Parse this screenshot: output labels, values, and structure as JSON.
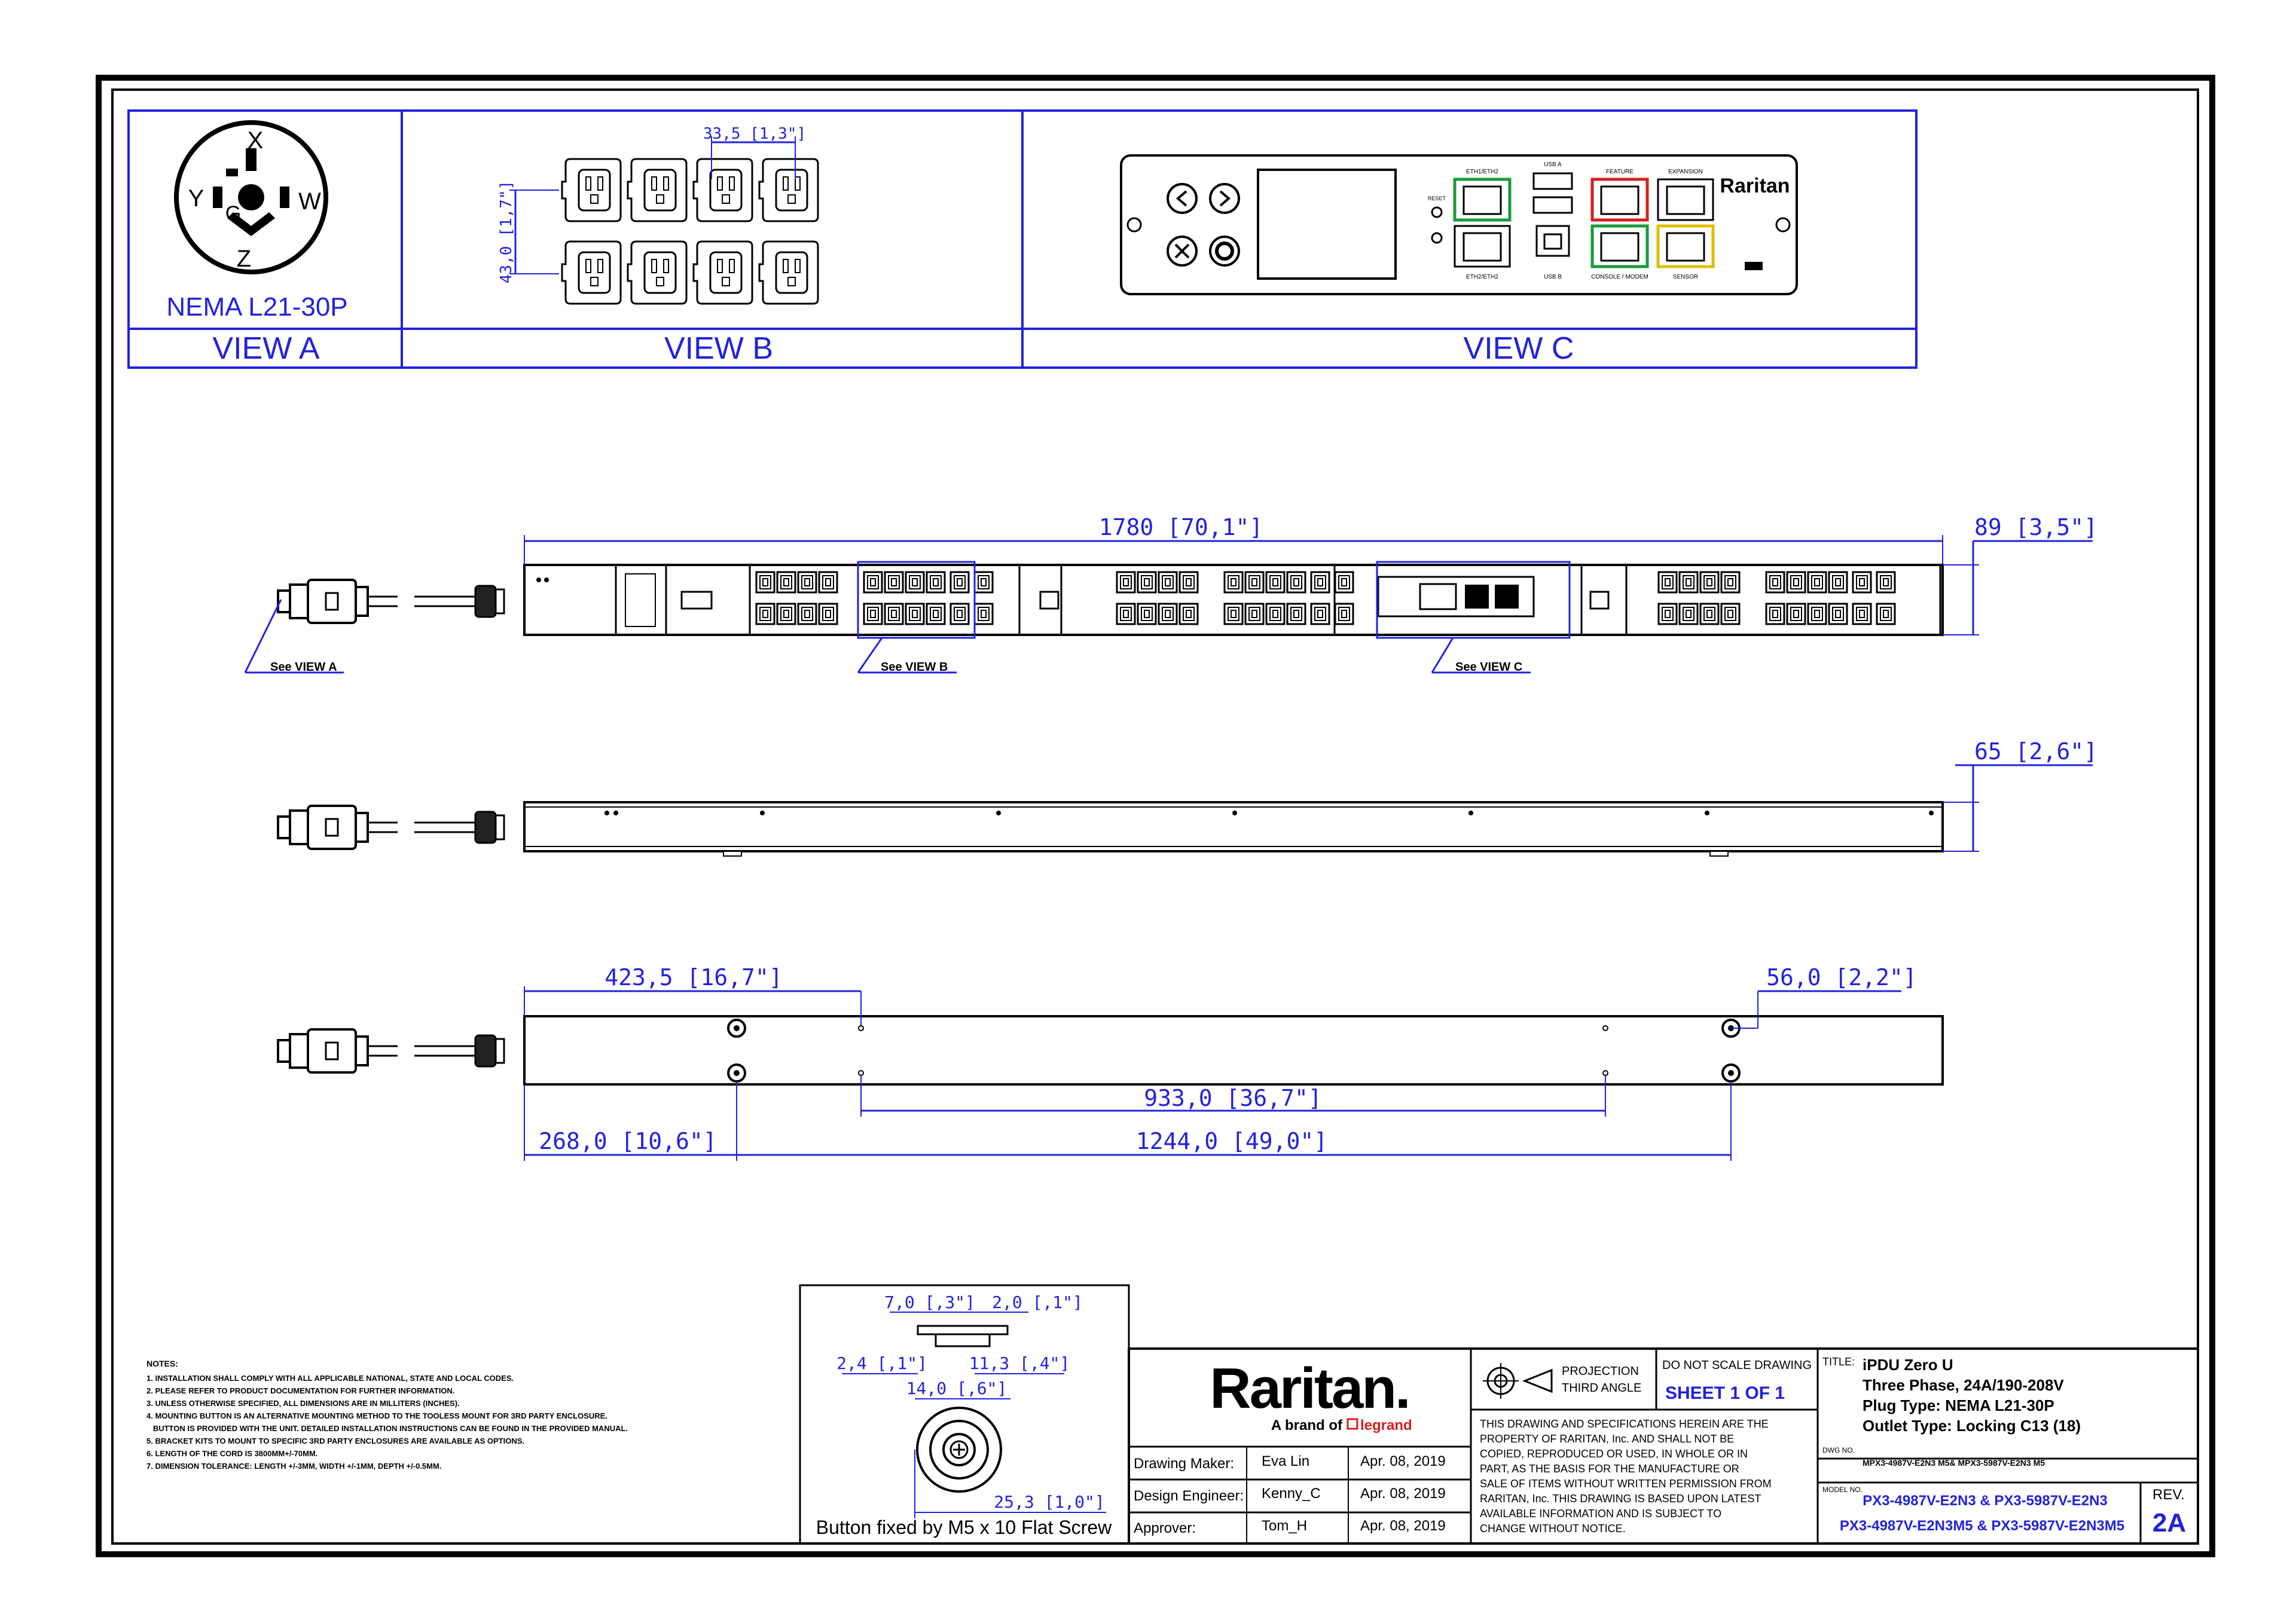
{
  "views": {
    "a": {
      "label": "VIEW A",
      "plug": "NEMA L21-30P",
      "pins": {
        "x": "X",
        "y": "Y",
        "w": "W",
        "g": "G",
        "z": "Z"
      }
    },
    "b": {
      "label": "VIEW B",
      "dim_width": "33,5  [1,3\"]",
      "dim_height": "43,0  [1,7\"]"
    },
    "c": {
      "label": "VIEW C",
      "brand": "Raritan",
      "port_labels": {
        "eth": "ETH1/ETH2",
        "usb_a": "USB A",
        "feature": "FEATURE",
        "expansion": "EXPANSION",
        "reset": "RESET",
        "eth2": "ETH2/ETH2",
        "usb_b": "USB B",
        "console": "CONSOLE / MODEM",
        "sensor": "SENSOR"
      }
    }
  },
  "callouts": {
    "see_a": "See VIEW A",
    "see_b": "See VIEW B",
    "see_c": "See VIEW C"
  },
  "dimensions": {
    "length": "1780  [70,1\"]",
    "width": "89  [3,5\"]",
    "depth": "65  [2,6\"]",
    "d423": "423,5  [16,7\"]",
    "d56": "56,0  [2,2\"]",
    "d933": "933,0  [36,7\"]",
    "d268": "268,0  [10,6\"]",
    "d1244": "1244,0  [49,0\"]"
  },
  "button_detail": {
    "d7": "7,0  [,3\"]",
    "d2": "2,0  [,1\"]",
    "d24": "2,4  [,1\"]",
    "d113": "11,3  [,4\"]",
    "d14": "14,0  [,6\"]",
    "d253": "25,3  [1,0\"]",
    "caption": "Button fixed by M5 x 10 Flat Screw"
  },
  "notes": {
    "title": "NOTES:",
    "lines": [
      "1. INSTALLATION SHALL COMPLY WITH ALL APPLICABLE NATIONAL, STATE AND LOCAL CODES.",
      "2. PLEASE REFER TO PRODUCT DOCUMENTATION FOR FURTHER INFORMATION.",
      "3. UNLESS OTHERWISE SPECIFIED, ALL DIMENSIONS ARE IN MILLITERS (INCHES).",
      "4. MOUNTING BUTTON IS AN ALTERNATIVE MOUNTING METHOD TO THE TOOLESS MOUNT FOR 3RD PARTY ENCLOSURE.",
      "   BUTTON IS PROVIDED WITH THE UNIT. DETAILED INSTALLATION INSTRUCTIONS CAN BE FOUND IN THE PROVIDED MANUAL.",
      "5. BRACKET KITS TO MOUNT TO SPECIFIC 3RD PARTY ENCLOSURES ARE AVAILABLE AS OPTIONS.",
      "6. LENGTH OF THE CORD IS 3800MM+/-70MM.",
      "7. DIMENSION TOLERANCE: LENGTH +/-3MM, WIDTH +/-1MM, DEPTH +/-0.5MM."
    ]
  },
  "title_block": {
    "logo": "Raritan.",
    "brand_line": "A brand of",
    "legrand": "legrand",
    "rows": [
      {
        "role": "Drawing Maker:",
        "name": "Eva Lin",
        "date": "Apr. 08, 2019"
      },
      {
        "role": "Design Engineer:",
        "name": "Kenny_C",
        "date": "Apr. 08, 2019"
      },
      {
        "role": "Approver:",
        "name": "Tom_H",
        "date": "Apr. 08, 2019"
      }
    ],
    "projection": "PROJECTION",
    "third_angle": "THIRD ANGLE",
    "do_not_scale": "DO NOT SCALE DRAWING",
    "sheet": "SHEET 1 OF 1",
    "disclaimer": [
      "THIS DRAWING AND SPECIFICATIONS HEREIN ARE THE",
      "PROPERTY OF RARITAN, Inc. AND SHALL NOT BE",
      "COPIED, REPRODUCED OR USED, IN WHOLE OR IN",
      "PART, AS THE BASIS FOR THE MANUFACTURE OR",
      "SALE OF ITEMS WITHOUT WRITTEN PERMISSION FROM",
      "RARITAN, Inc. THIS DRAWING IS BASED UPON LATEST",
      "AVAILABLE INFORMATION AND IS SUBJECT TO",
      "CHANGE WITHOUT NOTICE."
    ],
    "title_label": "TITLE:",
    "title_lines": [
      "iPDU Zero U",
      "Three Phase, 24A/190-208V",
      "Plug Type: NEMA L21-30P",
      "Outlet Type: Locking C13 (18)"
    ],
    "dwg_label": "DWG NO.",
    "dwg_no": "MPX3-4987V-E2N3 M5& MPX3-5987V-E2N3 M5",
    "model_label": "MODEL NO.",
    "models": [
      "PX3-4987V-E2N3 & PX3-5987V-E2N3",
      "PX3-4987V-E2N3M5 & PX3-5987V-E2N3M5"
    ],
    "rev_label": "REV.",
    "rev": "2A"
  },
  "colors": {
    "line": "#000000",
    "accent": "#2222dd",
    "green": "#1a9a3a",
    "red": "#d42020",
    "yellow": "#e0c000"
  }
}
